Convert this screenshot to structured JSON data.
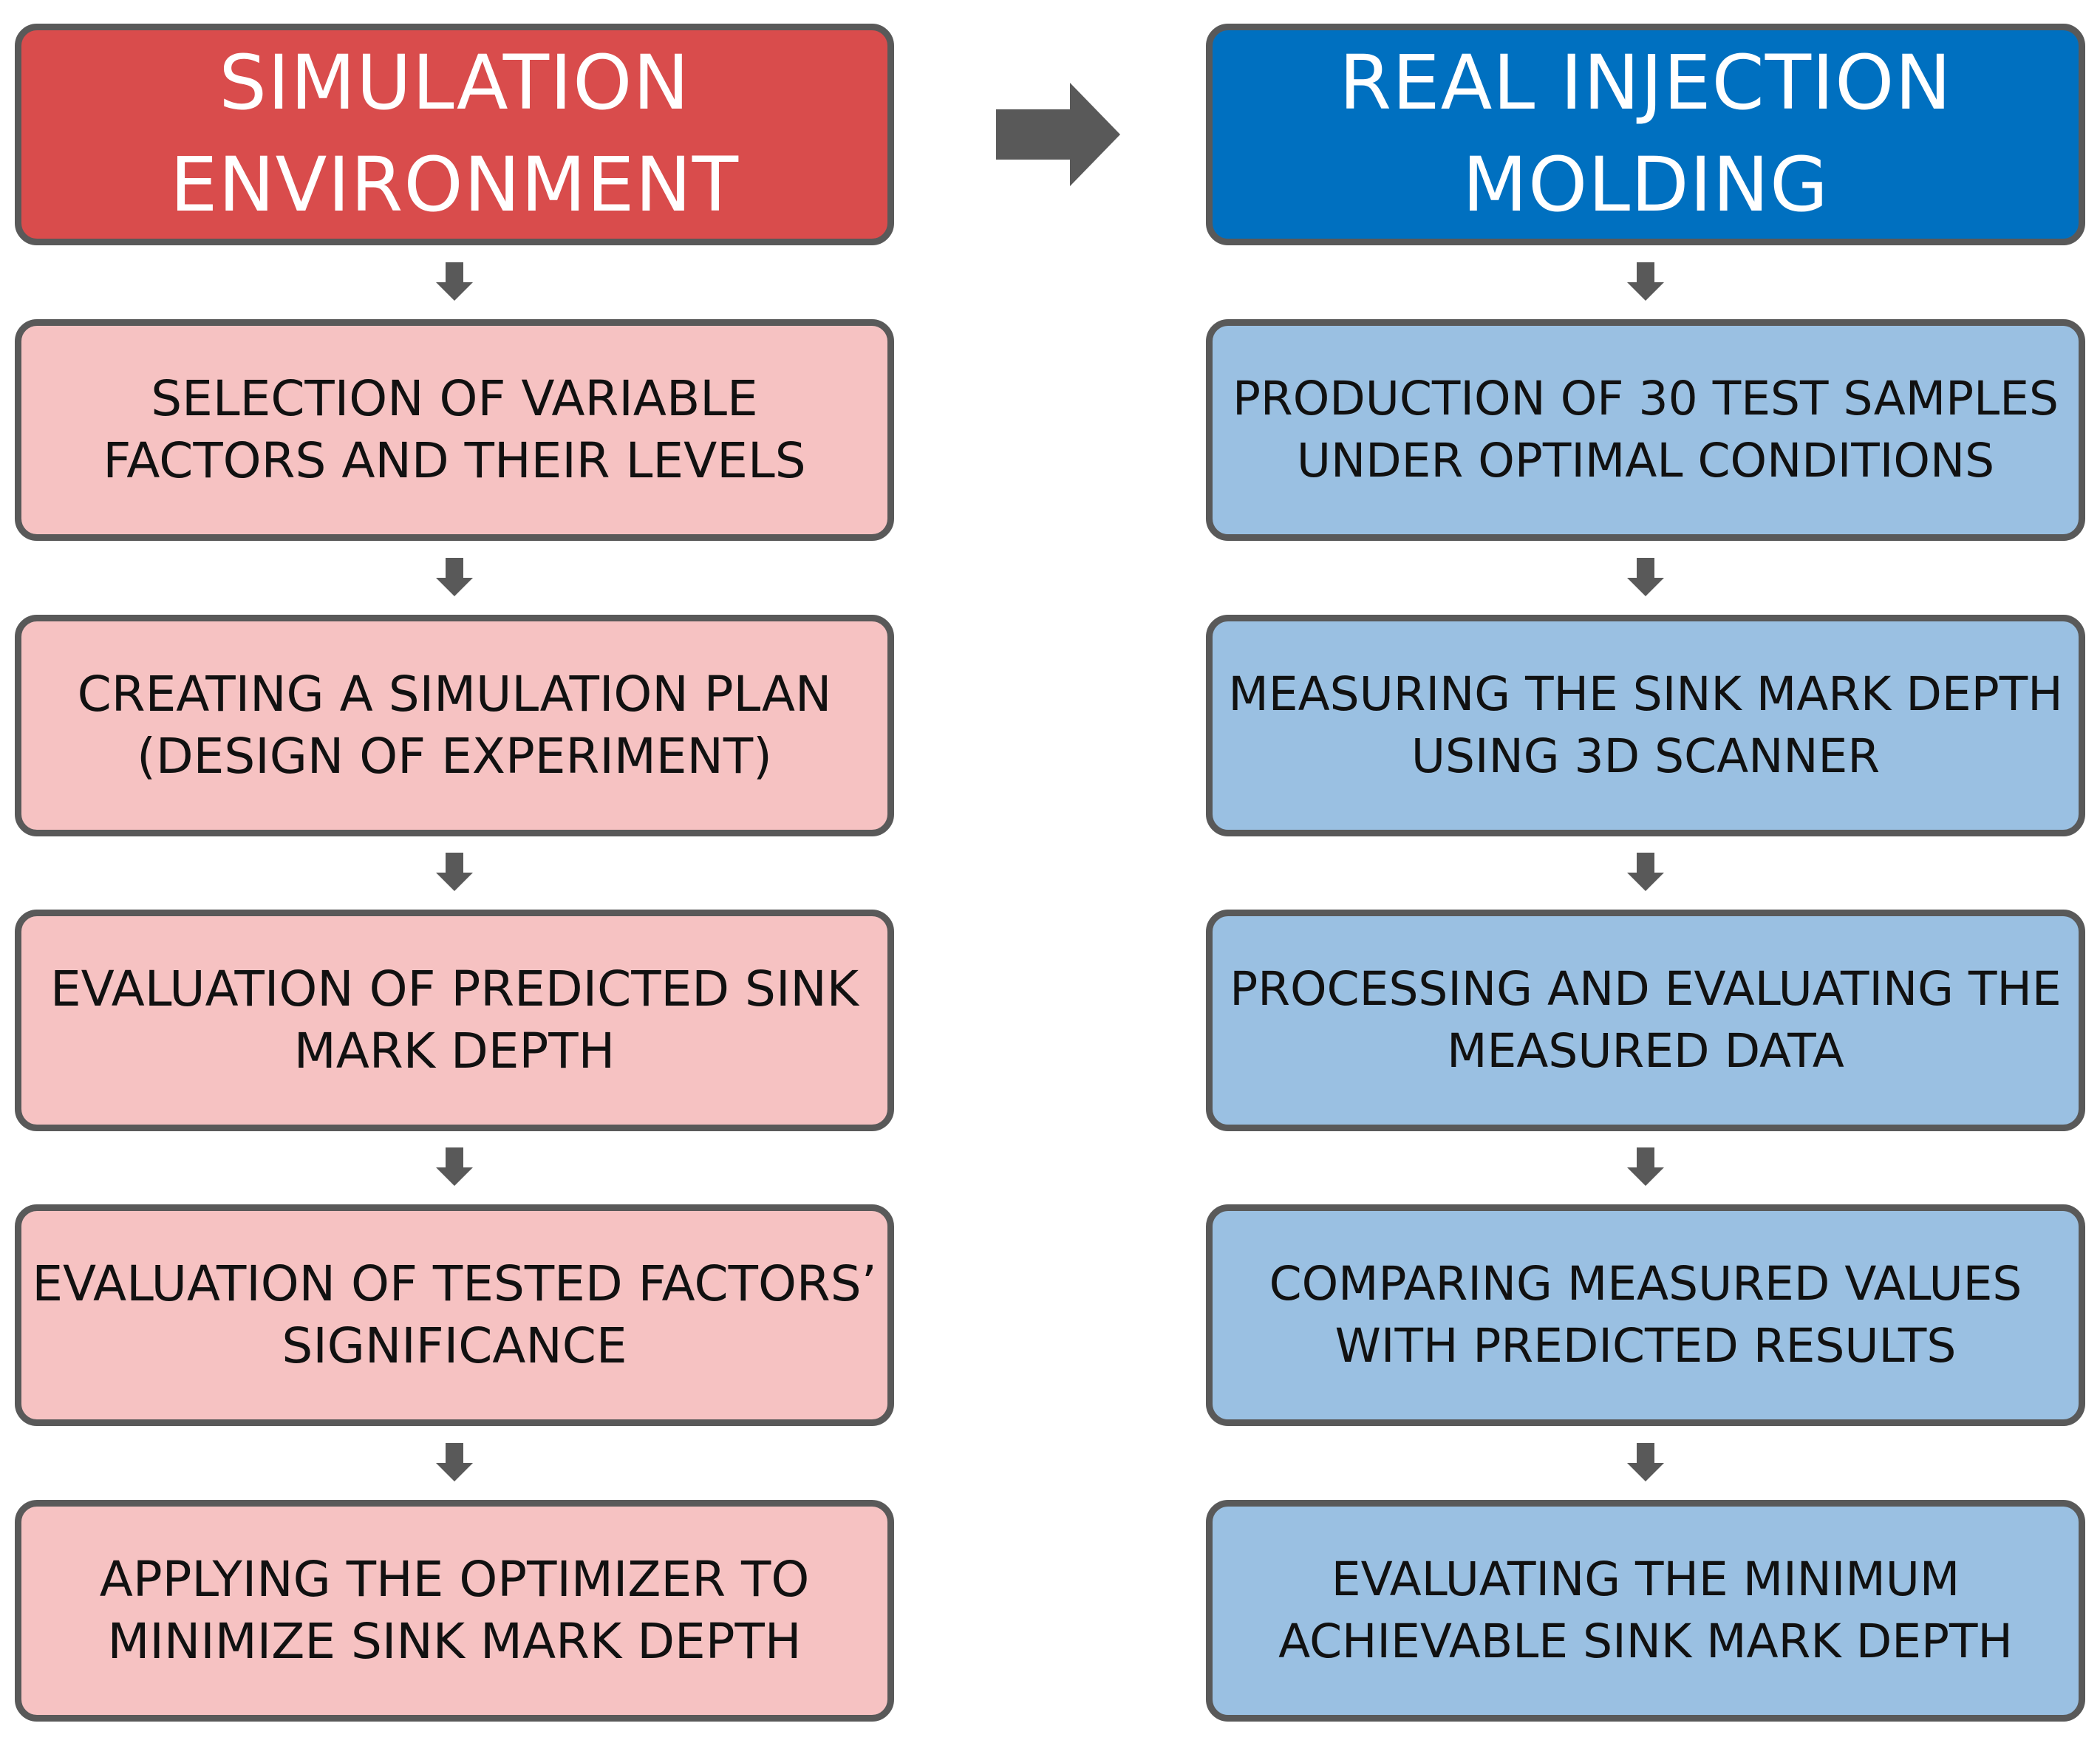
{
  "simulation": {
    "header": "SIMULATION ENVIRONMENT",
    "color": "#d94c4c",
    "step_color": "#f6c2c2",
    "steps": [
      "SELECTION OF VARIABLE FACTORS AND THEIR LEVELS",
      "CREATING A SIMULATION PLAN (DESIGN OF EXPERIMENT)",
      "EVALUATION OF PREDICTED SINK MARK DEPTH",
      "EVALUATION OF TESTED FACTORS’ SIGNIFICANCE",
      "APPLYING THE OPTIMIZER TO MINIMIZE SINK MARK DEPTH"
    ]
  },
  "real": {
    "header": "REAL INJECTION MOLDING",
    "color": "#0070c0",
    "step_color": "#9ac0e2",
    "steps": [
      "PRODUCTION OF 30 TEST SAMPLES UNDER OPTIMAL CONDITIONS",
      "MEASURING THE SINK MARK DEPTH USING 3D SCANNER",
      "PROCESSING AND EVALUATING THE MEASURED DATA",
      "COMPARING MEASURED VALUES WITH PREDICTED RESULTS",
      "EVALUATING THE MINIMUM ACHIEVABLE SINK MARK DEPTH"
    ]
  },
  "arrow_color": "#595959"
}
